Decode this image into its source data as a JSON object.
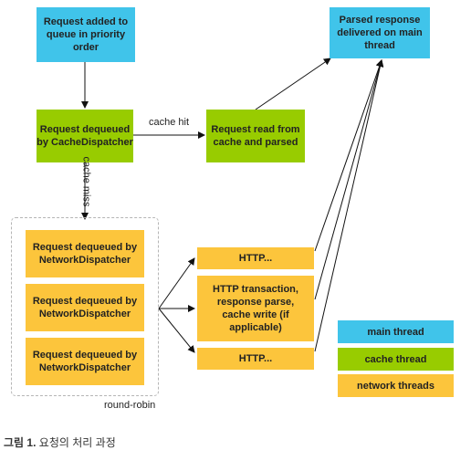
{
  "nodes": {
    "queued": "Request added to queue in priority order",
    "cache_dispatcher": "Request dequeued by CacheDispatcher",
    "cache_read": "Request read from cache and parsed",
    "delivered": "Parsed response delivered on main thread",
    "net_1": "Request dequeued by NetworkDispatcher",
    "net_2": "Request dequeued by NetworkDispatcher",
    "net_3": "Request dequeued by NetworkDispatcher",
    "http_1": "HTTP...",
    "http_2": "HTTP transaction, response parse, cache write (if applicable)",
    "http_3": "HTTP..."
  },
  "edges": {
    "cache_hit": "cache hit",
    "cache_miss": "cache miss",
    "round_robin": "round-robin"
  },
  "legend": [
    {
      "label": "main thread",
      "color": "#40c4ea"
    },
    {
      "label": "cache thread",
      "color": "#98cc00"
    },
    {
      "label": "network threads",
      "color": "#fcc53c"
    }
  ],
  "caption": {
    "number": "그림 1.",
    "text": "요청의 처리 과정"
  }
}
